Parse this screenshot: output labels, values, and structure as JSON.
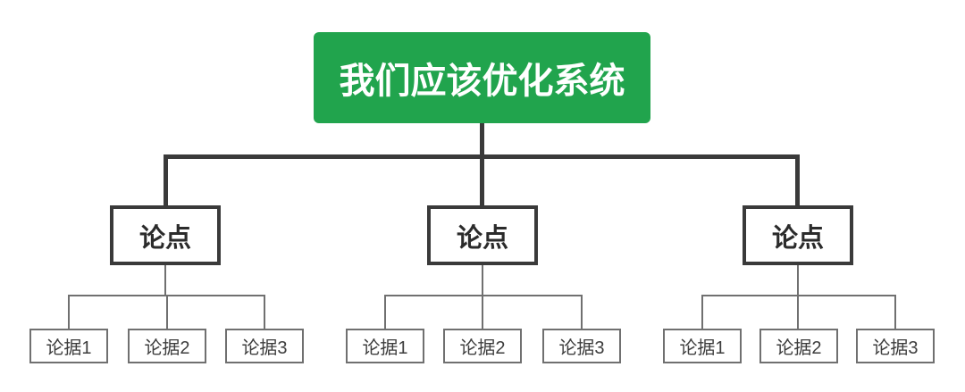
{
  "diagram": {
    "title_node": {
      "label": "我们应该优化系统"
    },
    "branches": [
      {
        "label": "论点",
        "children": [
          {
            "label": "论据1"
          },
          {
            "label": "论据2"
          },
          {
            "label": "论据3"
          }
        ]
      },
      {
        "label": "论点",
        "children": [
          {
            "label": "论据1"
          },
          {
            "label": "论据2"
          },
          {
            "label": "论据3"
          }
        ]
      },
      {
        "label": "论点",
        "children": [
          {
            "label": "论据1"
          },
          {
            "label": "论据2"
          },
          {
            "label": "论据3"
          }
        ]
      }
    ],
    "colors": {
      "root_background": "#21a44d",
      "root_text": "#ffffff",
      "branch_border": "#3a3a3a",
      "branch_text": "#2b2b2b",
      "leaf_border": "#707070",
      "leaf_text": "#3d3d3d",
      "connector_dark": "#3a3a3a",
      "connector_light": "#707070",
      "page_background": "#ffffff"
    }
  }
}
